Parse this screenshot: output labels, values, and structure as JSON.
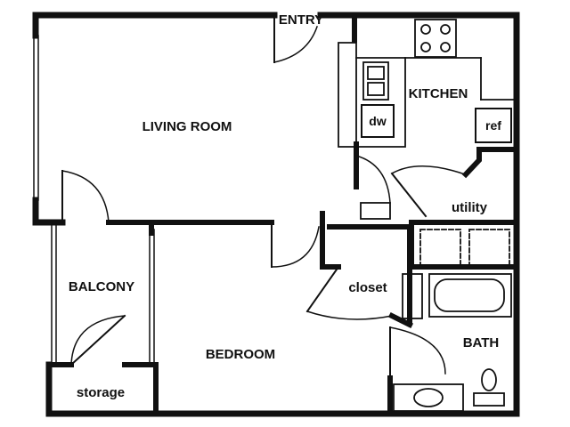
{
  "rooms": {
    "entry": "ENTRY",
    "kitchen": "KITCHEN",
    "living_room": "LIVING ROOM",
    "utility": "utility",
    "balcony": "BALCONY",
    "closet": "closet",
    "bath": "BATH",
    "bedroom": "BEDROOM",
    "storage": "storage"
  },
  "fixtures": {
    "dishwasher": "dw",
    "refrigerator": "ref"
  },
  "colors": {
    "wall": "#111111",
    "background": "#ffffff"
  }
}
